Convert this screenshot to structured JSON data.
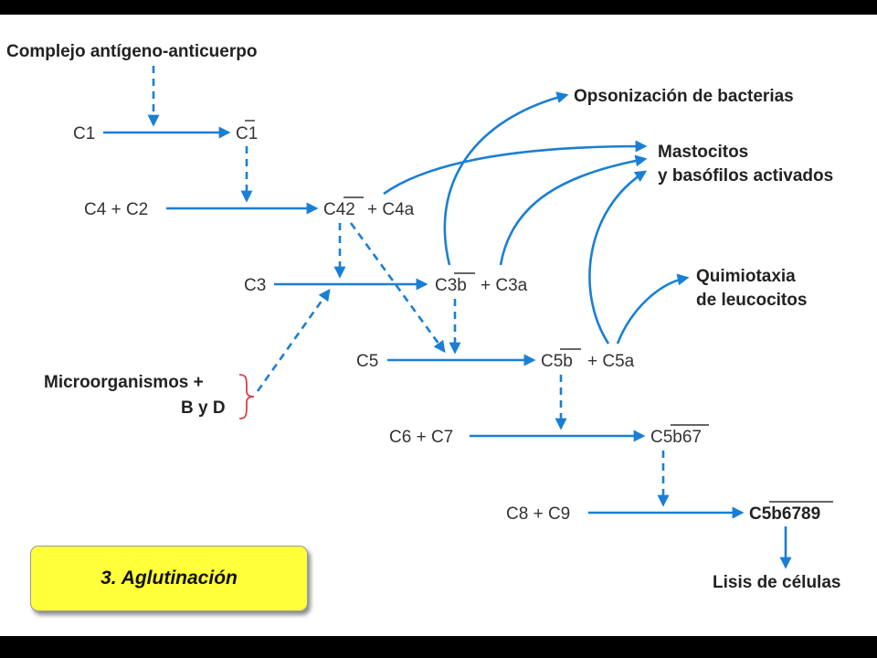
{
  "nodes": {
    "complex": "Complejo antígeno-anticuerpo",
    "c1": "C1",
    "c1_active": "C1",
    "c4c2": "C4 + C2",
    "c42": "C42",
    "c4a": "+ C4a",
    "c3": "C3",
    "c3b": "C3b",
    "c3a": "+ C3a",
    "micro_line1": "Microorganismos +",
    "micro_line2": "B y D",
    "c5": "C5",
    "c5b": "C5b",
    "c5a": "+ C5a",
    "c6c7": "C6 + C7",
    "c5b67": "C5b67",
    "c8c9": "C8 + C9",
    "c5b6789": "C5b6789"
  },
  "outcomes": {
    "opsonization": "Opsonización de bacterias",
    "mast_line1": "Mastocitos",
    "mast_line2": "y basófilos activados",
    "chemo_line1": "Quimiotaxia",
    "chemo_line2": "de leucocitos",
    "lysis": "Lisis de células"
  },
  "caption": "3. Aglutinación",
  "colors": {
    "arrow": "#1a7fd4",
    "caption_bg": "#ffff3a",
    "brace": "#d94040"
  }
}
